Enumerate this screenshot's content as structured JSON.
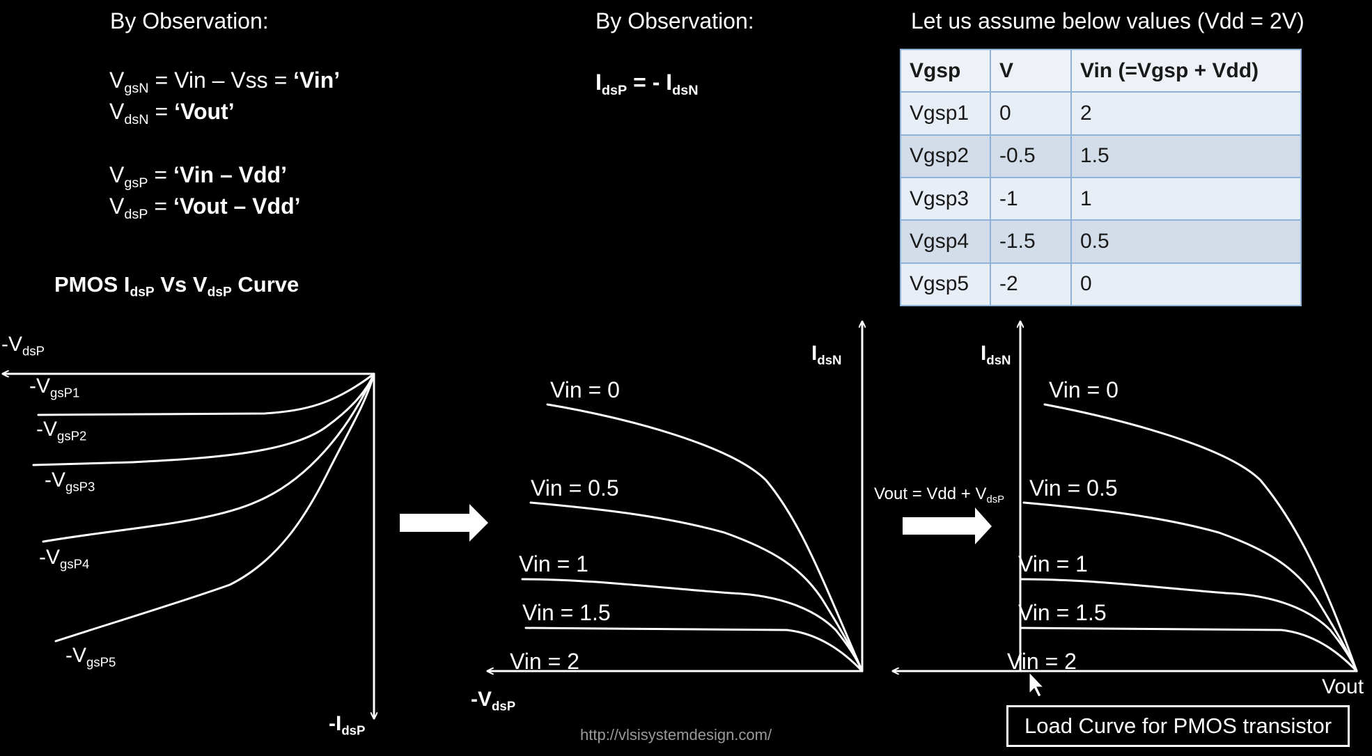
{
  "left": {
    "heading": "By Observation:",
    "eq1": {
      "lhs": "V",
      "sub": "gsN",
      "mid": " = Vin – Vss = ",
      "rhs": "‘Vin’"
    },
    "eq2": {
      "lhs": "V",
      "sub": "dsN",
      "mid": " = ",
      "rhs": "‘Vout’"
    },
    "eq3": {
      "lhs": "V",
      "sub": "gsP",
      "mid": " = ",
      "rhs": "‘Vin – Vdd’"
    },
    "eq4": {
      "lhs": "V",
      "sub": "dsP",
      "mid": " = ",
      "rhs": "‘Vout – Vdd’"
    }
  },
  "middle": {
    "heading": "By Observation:",
    "eq": {
      "a": "I",
      "asub": "dsP",
      "mid": " = - I",
      "bsub": "dsN"
    }
  },
  "right": {
    "heading": "Let us assume below values (Vdd = 2V)",
    "table": {
      "headers": [
        "Vgsp",
        "V",
        "Vin (=Vgsp + Vdd)"
      ],
      "rows": [
        [
          "Vgsp1",
          "0",
          "2"
        ],
        [
          "Vgsp2",
          "-0.5",
          "1.5"
        ],
        [
          "Vgsp3",
          "-1",
          "1"
        ],
        [
          "Vgsp4",
          "-1.5",
          "0.5"
        ],
        [
          "Vgsp5",
          "-2",
          "0"
        ]
      ]
    }
  },
  "plot1": {
    "title": {
      "a": "PMOS I",
      "asub": "dsP",
      "b": " Vs V",
      "bsub": "dsP",
      "c": " Curve"
    },
    "x_axis": {
      "main": "-V",
      "sub": "dsP"
    },
    "y_axis": {
      "main": "-I",
      "sub": "dsP"
    },
    "curve_labels": [
      {
        "main": "-V",
        "sub": "gsP1"
      },
      {
        "main": "-V",
        "sub": "gsP2"
      },
      {
        "main": "-V",
        "sub": "gsP3"
      },
      {
        "main": "-V",
        "sub": "gsP4"
      },
      {
        "main": "-V",
        "sub": "gsP5"
      }
    ]
  },
  "plot2": {
    "y_axis": {
      "main": "I",
      "sub": "dsN"
    },
    "x_axis": {
      "main": "-V",
      "sub": "dsP"
    },
    "curve_labels": [
      "Vin = 0",
      "Vin = 0.5",
      "Vin = 1",
      "Vin = 1.5",
      "Vin = 2"
    ]
  },
  "transform": {
    "main": "Vout = Vdd + V",
    "sub": "dsP"
  },
  "plot3": {
    "y_axis": {
      "main": "I",
      "sub": "dsN"
    },
    "x_axis_label": "Vout",
    "curve_labels": [
      "Vin = 0",
      "Vin = 0.5",
      "Vin = 1",
      "Vin = 1.5",
      "Vin = 2"
    ]
  },
  "footer_box": "Load Curve for PMOS transistor",
  "url": "http://vlsisystemdesign.com/"
}
